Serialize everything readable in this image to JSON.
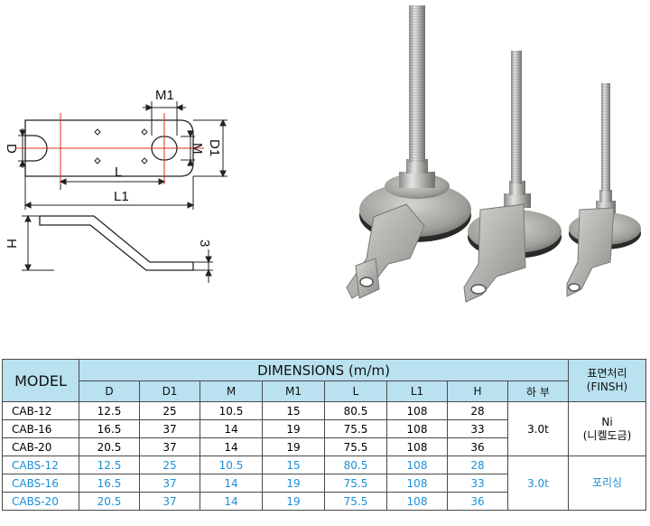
{
  "drawing": {
    "labels": {
      "M1": "M1",
      "D": "D",
      "M": "M",
      "D1": "D1",
      "L": "L",
      "L1": "L1",
      "H": "H",
      "three": "3"
    }
  },
  "table": {
    "model_header": "MODEL",
    "dimensions_header": "DIMENSIONS (m/m)",
    "finish_header_line1": "표면처리",
    "finish_header_line2": "(FINSH)",
    "columns": [
      "D",
      "D1",
      "M",
      "M1",
      "L",
      "L1",
      "H",
      "하 부"
    ],
    "groups": [
      {
        "rows": [
          {
            "model": "CAB-12",
            "D": "12.5",
            "D1": "25",
            "M": "10.5",
            "M1": "15",
            "L": "80.5",
            "L1": "108",
            "H": "28"
          },
          {
            "model": "CAB-16",
            "D": "16.5",
            "D1": "37",
            "M": "14",
            "M1": "19",
            "L": "75.5",
            "L1": "108",
            "H": "33"
          },
          {
            "model": "CAB-20",
            "D": "20.5",
            "D1": "37",
            "M": "14",
            "M1": "19",
            "L": "75.5",
            "L1": "108",
            "H": "36"
          }
        ],
        "base": "3.0t",
        "finish_line1": "Ni",
        "finish_line2": "(니켈도금)"
      },
      {
        "rows": [
          {
            "model": "CABS-12",
            "D": "12.5",
            "D1": "25",
            "M": "10.5",
            "M1": "15",
            "L": "80.5",
            "L1": "108",
            "H": "28"
          },
          {
            "model": "CABS-16",
            "D": "16.5",
            "D1": "37",
            "M": "14",
            "M1": "19",
            "L": "75.5",
            "L1": "108",
            "H": "33"
          },
          {
            "model": "CABS-20",
            "D": "20.5",
            "D1": "37",
            "M": "14",
            "M1": "19",
            "L": "75.5",
            "L1": "108",
            "H": "36"
          }
        ],
        "base": "3.0t",
        "finish_line1": "포리싱",
        "finish_line2": ""
      }
    ]
  },
  "colors": {
    "header_bg": "#b9e1ef",
    "blue_text": "#1b8fd8",
    "centerline": "#e0301e"
  }
}
